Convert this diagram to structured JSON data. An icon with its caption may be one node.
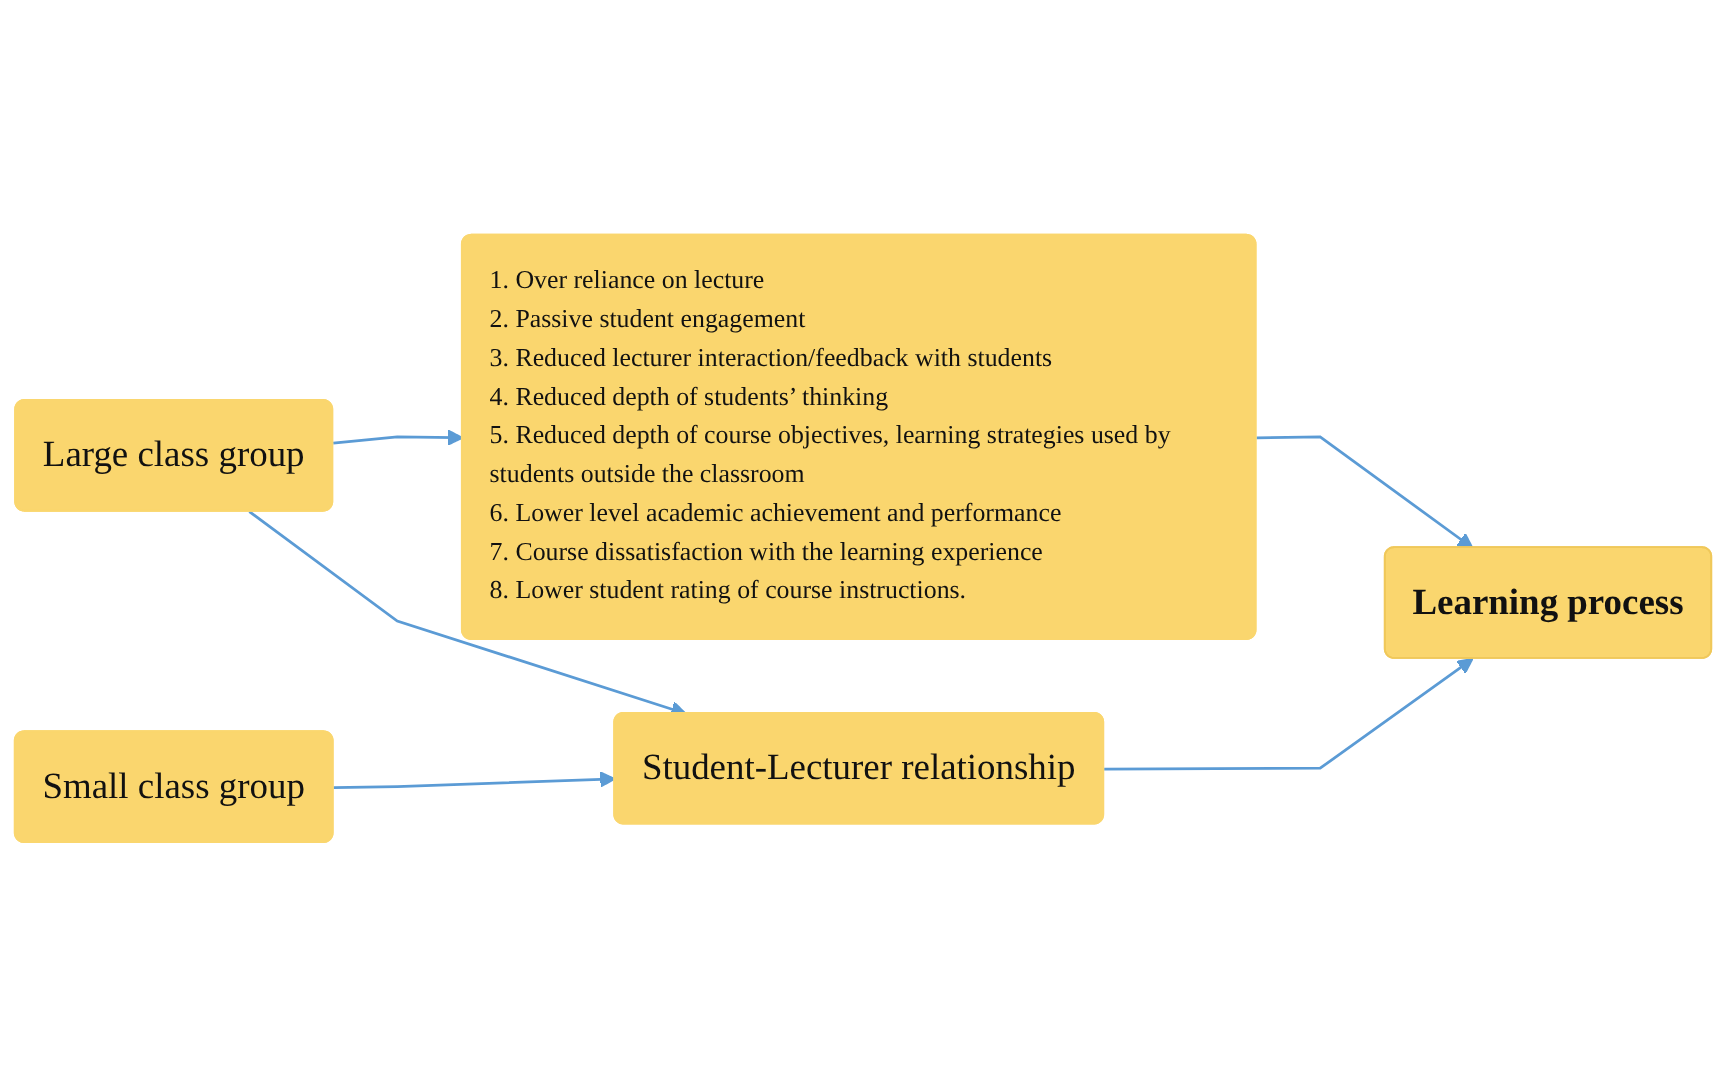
{
  "diagram": {
    "nodes": [
      {
        "text": [
          "Large class group"
        ]
      },
      {
        "text": [
          "1. Over reliance on lecture",
          "2. Passive student engagement",
          "3. Reduced lecturer interaction/feedback with students",
          "4. Reduced depth of students’ thinking",
          "5. Reduced depth of course objectives, learning strategies used by students outside the classroom",
          "6. Lower level academic achievement and performance",
          "7. Course dissatisfaction with the learning experience",
          "8. Lower student rating of course instructions."
        ]
      },
      {
        "text": [
          "Small class group"
        ]
      },
      {
        "text": [
          "Student-Lecturer relationship"
        ]
      },
      {
        "text": [
          "Learning process"
        ]
      }
    ],
    "edges": [
      {
        "from": 0,
        "to": 1,
        "arrow": "to"
      },
      {
        "from": 0,
        "to": 3,
        "arrow": "to"
      },
      {
        "from": 2,
        "to": 3,
        "arrow": "to"
      },
      {
        "from": 3,
        "to": 4,
        "arrow": "to"
      },
      {
        "from": 1,
        "to": 4,
        "arrow": "to"
      }
    ]
  }
}
